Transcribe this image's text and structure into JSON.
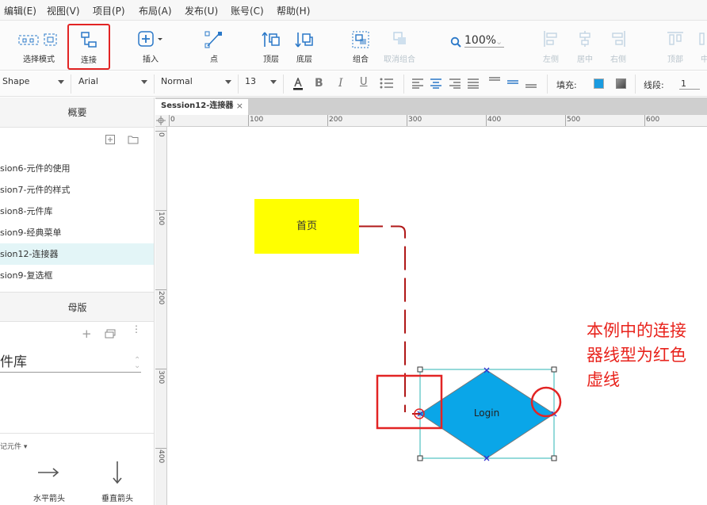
{
  "menu": [
    "编辑(E)",
    "视图(V)",
    "项目(P)",
    "布局(A)",
    "发布(U)",
    "账号(C)",
    "帮助(H)"
  ],
  "toolbar": {
    "select_mode": "选择模式",
    "connect": "连接",
    "insert": "插入",
    "point": "点",
    "bring_front": "顶层",
    "send_back": "底层",
    "group": "组合",
    "ungroup": "取消组合",
    "zoom": "100%",
    "align_left": "左侧",
    "align_center": "居中",
    "align_right": "右侧",
    "align_top": "顶部",
    "align_middle": "中"
  },
  "format": {
    "shape": "Shape",
    "font": "Arial",
    "style": "Normal",
    "size": "13",
    "fill_label": "填充:",
    "line_label": "线段:",
    "line_value": "1",
    "fill_color": "#1a9be0"
  },
  "left_panel": {
    "overview_title": "概要",
    "pages": [
      "sion6-元件的使用",
      "sion7-元件的样式",
      "sion8-元件库",
      "sion9-经典菜单",
      "sion12-连接器",
      "sion9-复选框"
    ],
    "selected_page_index": 4,
    "masters_title": "母版",
    "library_name": "件库",
    "section_label": "记元件 ▾",
    "widgets": [
      "水平箭头",
      "垂直箭头"
    ]
  },
  "canvas": {
    "tab_title": "Session12-连接器",
    "tab_close": "×",
    "ruler_h": [
      "0",
      "100",
      "200",
      "300",
      "400",
      "500",
      "600"
    ],
    "ruler_v": [
      "0",
      "100",
      "200",
      "300",
      "400"
    ],
    "home_label": "首页",
    "login_label": "Login",
    "annotation": "本例中的连接器线型为红色虚线",
    "connector_color": "#b01818",
    "diamond_color": "#0aa6e8",
    "highlight_color": "#e22424"
  }
}
